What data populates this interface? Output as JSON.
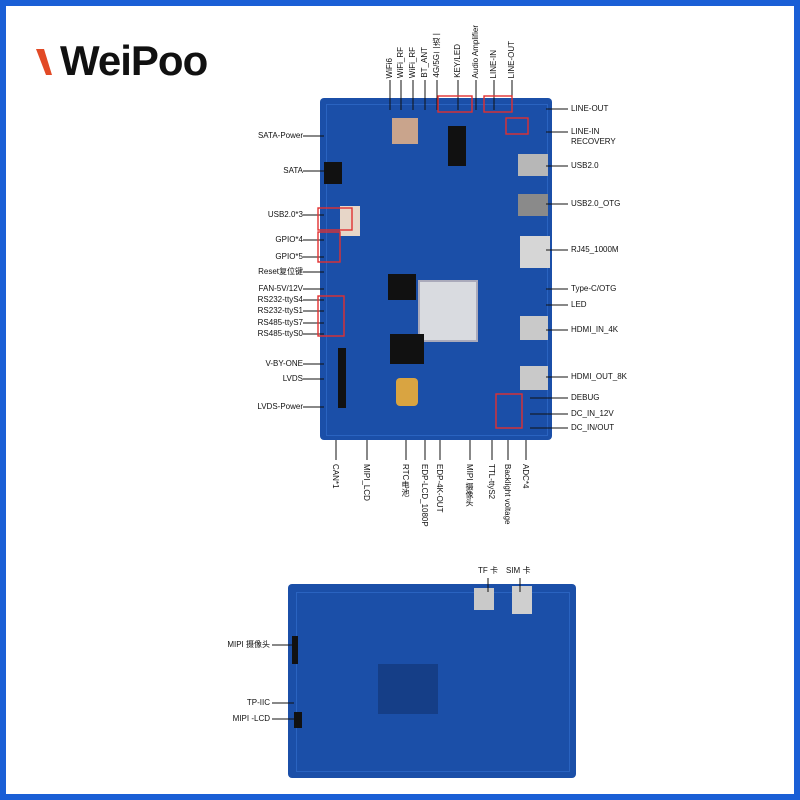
{
  "brand": {
    "name": "WeiPoo",
    "accent": "#e24a26"
  },
  "colors": {
    "pcb": "#1b4fa8",
    "pcb_dark": "#153e87",
    "line": "#e03030",
    "frame": "#1a5fd6"
  },
  "top_board": {
    "left_labels": [
      {
        "text": "SATA-Power"
      },
      {
        "text": "SATA"
      },
      {
        "text": "USB2.0*3"
      },
      {
        "text": "GPIO*4"
      },
      {
        "text": "GPIO*5"
      },
      {
        "text": "Reset复位键"
      },
      {
        "text": "FAN-5V/12V"
      },
      {
        "text": "RS232-ttyS4"
      },
      {
        "text": "RS232-ttyS1"
      },
      {
        "text": "RS485-ttyS7"
      },
      {
        "text": "RS485-ttyS0"
      },
      {
        "text": "V-BY-ONE"
      },
      {
        "text": "LVDS"
      },
      {
        "text": "LVDS-Power"
      }
    ],
    "right_labels": [
      {
        "text": "LINE-OUT"
      },
      {
        "text": "LINE-IN"
      },
      {
        "text": "RECOVERY"
      },
      {
        "text": "USB2.0"
      },
      {
        "text": "USB2.0_OTG"
      },
      {
        "text": "RJ45_1000M"
      },
      {
        "text": "Type-C/OTG"
      },
      {
        "text": "LED"
      },
      {
        "text": "HDMI_IN_4K"
      },
      {
        "text": "HDMI_OUT_8K"
      },
      {
        "text": "DEBUG"
      },
      {
        "text": "DC_IN_12V"
      },
      {
        "text": "DC_IN/OUT"
      }
    ],
    "top_labels": [
      {
        "text": "WiFi6"
      },
      {
        "text": "WiFi_RF"
      },
      {
        "text": "WiFi_RF"
      },
      {
        "text": "BT_ANT"
      },
      {
        "text": "4G/5G二选一"
      },
      {
        "text": "KEY/LED"
      },
      {
        "text": "Audio Amplifier"
      },
      {
        "text": "LINE-IN"
      },
      {
        "text": "LINE-OUT"
      }
    ],
    "bottom_labels": [
      {
        "text": "CAN*1"
      },
      {
        "text": "MIPI_LCD"
      },
      {
        "text": "RTC电池"
      },
      {
        "text": "EDP-LCD_1080P"
      },
      {
        "text": "EDP-4K-OUT"
      },
      {
        "text": "MIPI 摄像头"
      },
      {
        "text": "TTL-ttyS2"
      },
      {
        "text": "Backlight voltage"
      },
      {
        "text": "ADC*4"
      }
    ]
  },
  "bottom_board": {
    "top_labels": [
      {
        "text": "TF 卡"
      },
      {
        "text": "SIM 卡"
      }
    ],
    "left_labels": [
      {
        "text": "MIPI 摄像头"
      },
      {
        "text": "TP-IIC"
      },
      {
        "text": "MIPI -LCD"
      }
    ]
  }
}
